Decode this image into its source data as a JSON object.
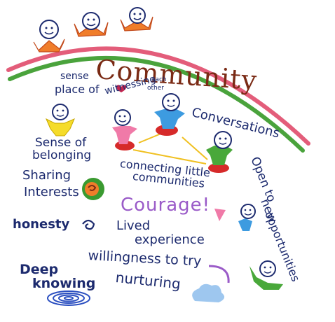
{
  "title": "Community",
  "words": {
    "sense_place_1": "sense",
    "sense_place_2": "place of",
    "witnessing_1": "witnessing",
    "witnessing_2": "each",
    "witnessing_3": "other",
    "conversations": "Conversations",
    "sense_belonging_1": "Sense of",
    "sense_belonging_2": "belonging",
    "connecting_1": "connecting little",
    "connecting_2": "communities",
    "open_1": "Open to",
    "open_2": "new",
    "open_3": "opportunities",
    "sharing_1": "Sharing",
    "sharing_2": "Interests",
    "courage": "Courage!",
    "honesty": "honesty",
    "lived_1": "Lived",
    "lived_2": "experience",
    "willingness": "willingness to try",
    "deep_1": "Deep",
    "deep_2": "knowing",
    "nurturing": "nurturing"
  },
  "colors": {
    "ink": "#1c2a6e",
    "title_ink": "#7a2a14",
    "rainbow_outer": "#e35d7a",
    "rainbow_inner": "#4aa33c",
    "orange": "#f07d2a",
    "yellow": "#f5dc2a",
    "pink": "#f07aa8",
    "blue": "#3d9be0",
    "green": "#49a83a",
    "red": "#d62a2a",
    "purple": "#9a5bc8"
  }
}
